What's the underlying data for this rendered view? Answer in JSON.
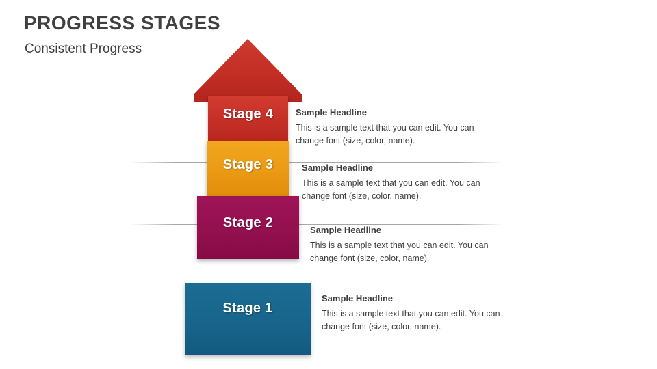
{
  "slide": {
    "title": "PROGRESS STAGES",
    "subtitle": "Consistent Progress"
  },
  "colors": {
    "stage1": "#18658c",
    "stage2": "#94104f",
    "stage3": "#eb9a13",
    "stage4": "#c62f26",
    "title_text": "#404040",
    "body_text": "#404040",
    "separator": "#969696",
    "background": "#ffffff"
  },
  "stages": [
    {
      "label": "Stage 4",
      "headline": "Sample Headline",
      "body": "This is a sample text that you can edit. You can change font (size, color, name).",
      "color": "#c62f26"
    },
    {
      "label": "Stage 3",
      "headline": "Sample Headline",
      "body": "This is a sample text that you can edit. You can change font (size, color, name).",
      "color": "#eb9a13"
    },
    {
      "label": "Stage 2",
      "headline": "Sample Headline",
      "body": "This is a sample text that you can edit. You can change font (size, color, name).",
      "color": "#94104f"
    },
    {
      "label": "Stage 1",
      "headline": "Sample Headline",
      "body": "This is a sample text that you can edit. You can change font (size, color, name).",
      "color": "#18658c"
    }
  ]
}
